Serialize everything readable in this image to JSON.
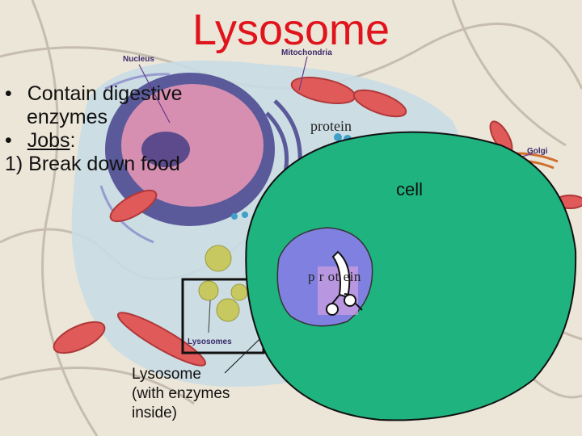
{
  "slide": {
    "title": "Lysosome",
    "bullets": [
      {
        "bullet": "•",
        "text": "Contain digestive"
      },
      {
        "bullet": "",
        "text": "enzymes"
      },
      {
        "bullet": "•",
        "text": "Jobs",
        "suffix": ":"
      },
      {
        "bullet": "",
        "text": "1) Break down food"
      }
    ],
    "diagram_labels": {
      "nucleus": "Nucleus",
      "mitochondria": "Mitochondria",
      "golgi": "Golgi",
      "lysosomes": "Lysosomes"
    },
    "protein_label": "protein",
    "cell_label": "cell",
    "protein_fragment": "p r ot ein",
    "lysosome_caption": [
      "Lysosome",
      "(with enzymes",
      "inside)"
    ]
  },
  "colors": {
    "title": "#e0141c",
    "cell_fill": "#1fb37f",
    "lysosome_fill": "#8080e0",
    "background": "#eee9dd"
  }
}
